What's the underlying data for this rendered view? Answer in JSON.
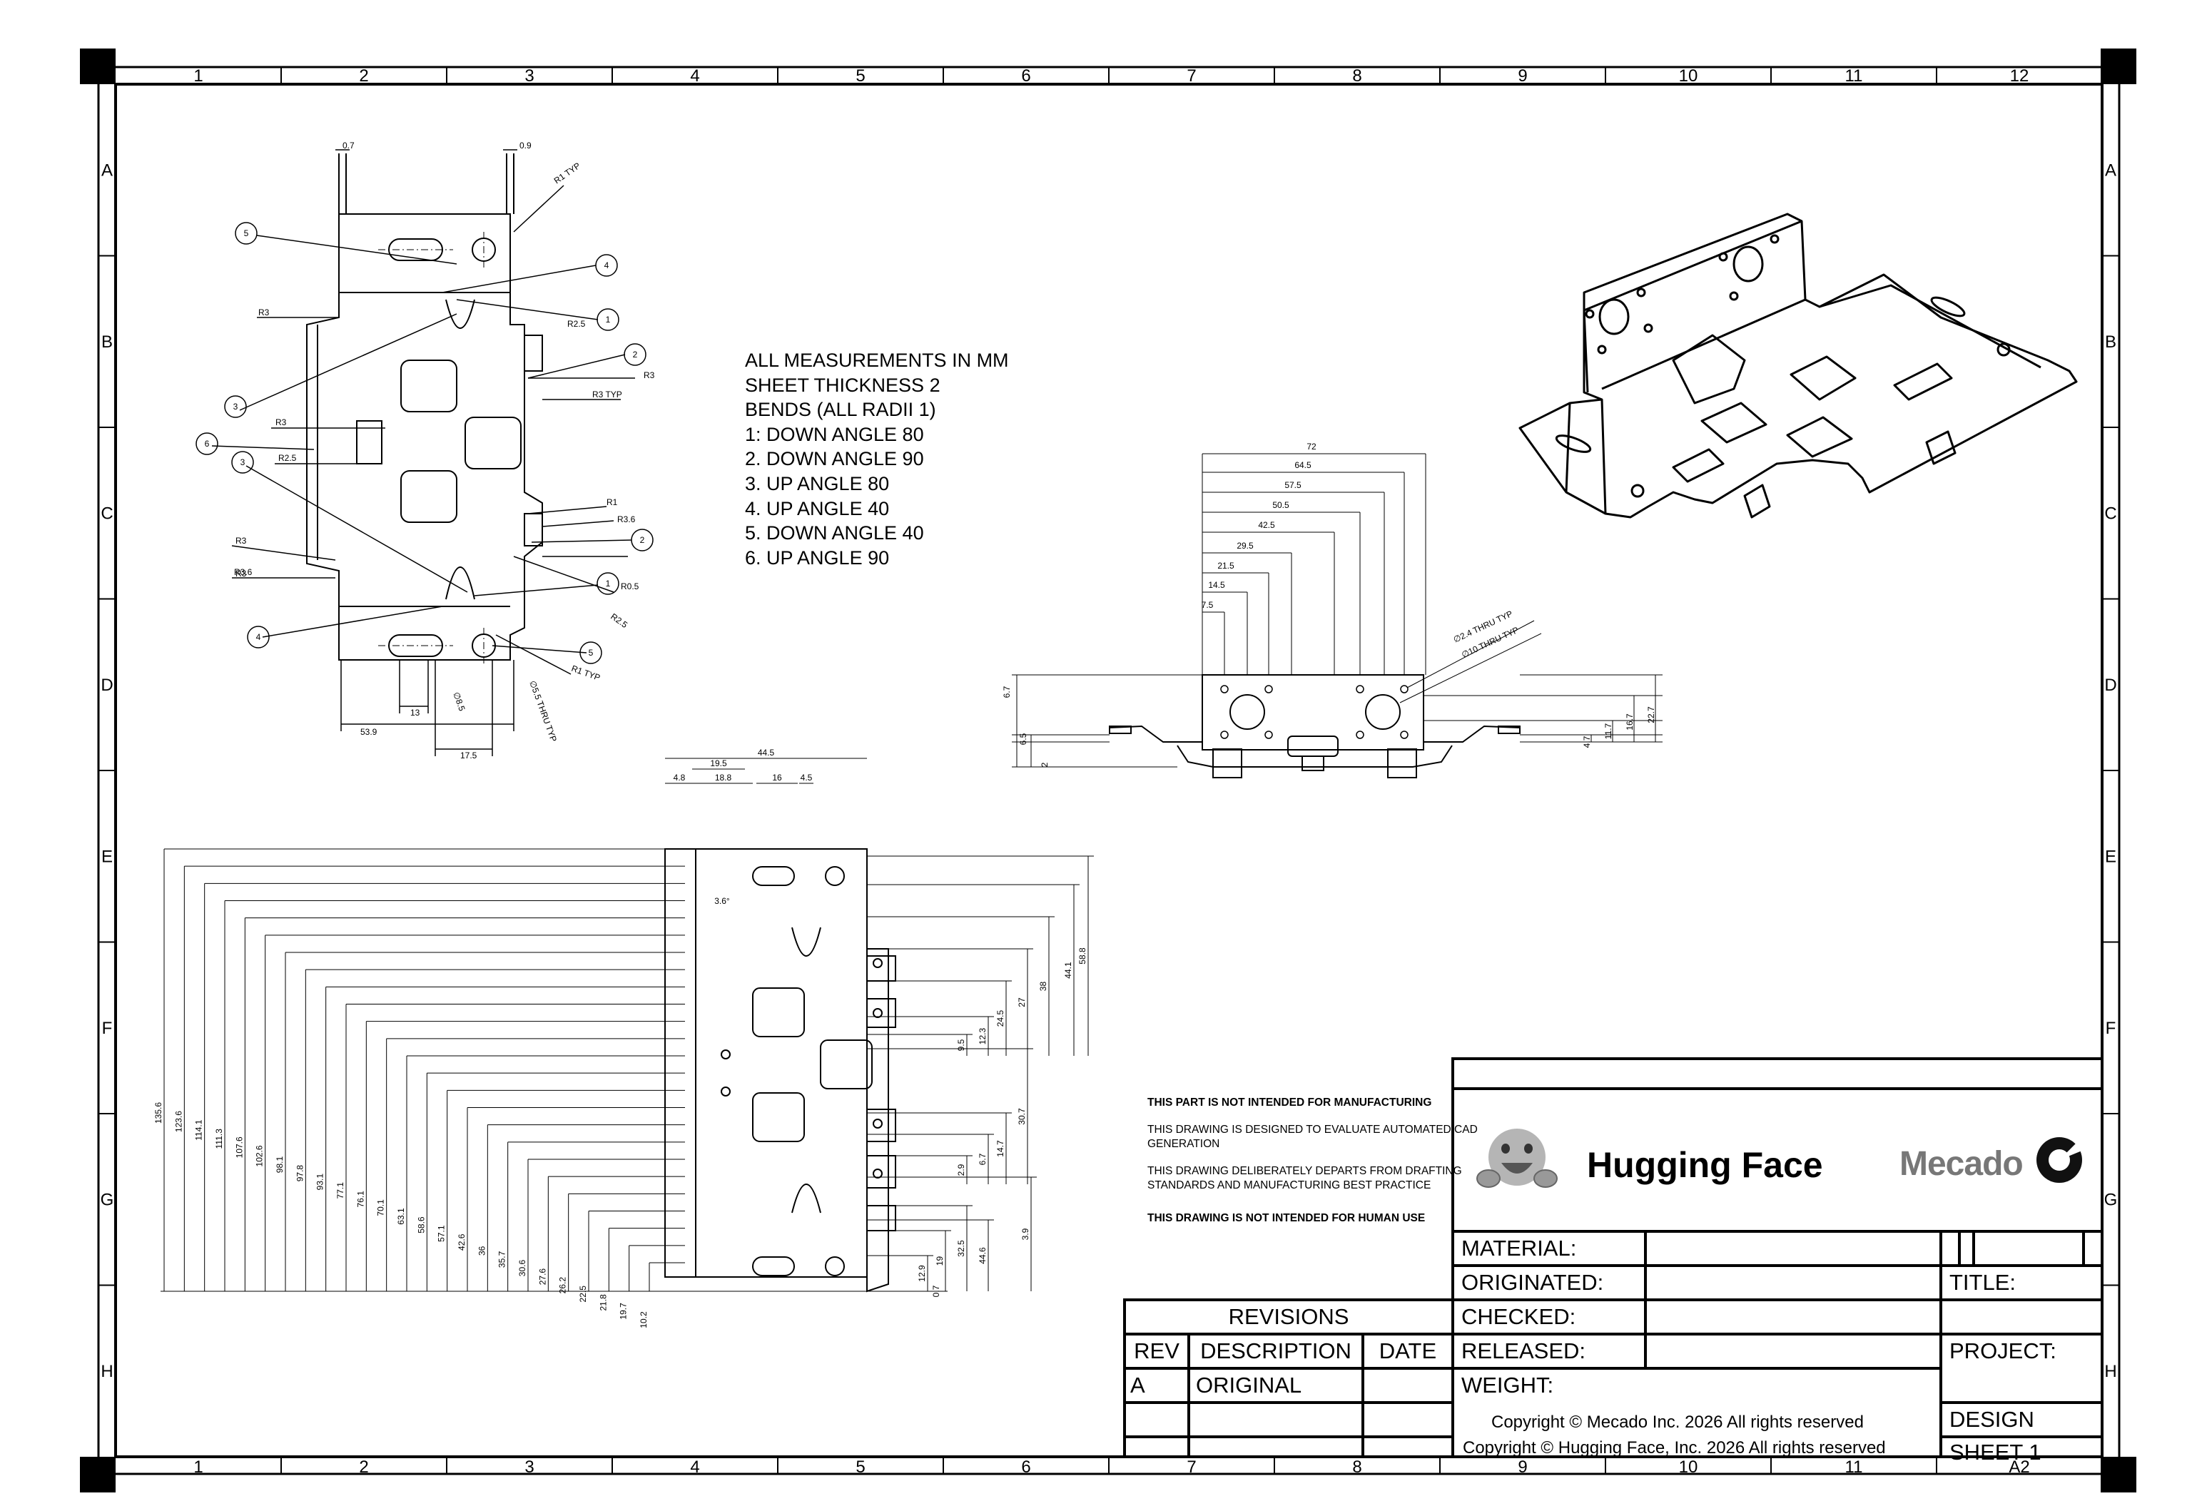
{
  "sheet": {
    "columns": [
      "1",
      "2",
      "3",
      "4",
      "5",
      "6",
      "7",
      "8",
      "9",
      "10",
      "11",
      "12"
    ],
    "rows": [
      "A",
      "B",
      "C",
      "D",
      "E",
      "F",
      "G",
      "H"
    ],
    "bottom_right_label": "A2"
  },
  "notes": [
    "ALL MEASUREMENTS IN MM",
    "SHEET THICKNESS 2",
    "BENDS (ALL RADII 1)",
    "1: DOWN ANGLE 80",
    "2. DOWN ANGLE 90",
    "3. UP ANGLE 80",
    "4. UP ANGLE 40",
    "5. DOWN ANGLE 40",
    "6. UP ANGLE 90"
  ],
  "disclaimer": {
    "line1": "THIS PART IS NOT INTENDED FOR MANUFACTURING",
    "line2": "THIS DRAWING IS DESIGNED TO EVALUATE AUTOMATED CAD GENERATION",
    "line3": "THIS DRAWING DELIBERATELY DEPARTS FROM DRAFTING STANDARDS AND MANUFACTURING BEST PRACTICE",
    "line4": "THIS DRAWING IS NOT INTENDED FOR HUMAN USE"
  },
  "title_block": {
    "logo_hf": "Hugging Face",
    "logo_mecado": "Mecado",
    "material_label": "MATERIAL:",
    "originated_label": "ORIGINATED:",
    "checked_label": "CHECKED:",
    "released_label": "RELEASED:",
    "weight_label": "WEIGHT:",
    "title_label": "TITLE:",
    "project_label": "PROJECT:",
    "design_label": "DESIGN",
    "sheet_label": "SHEET 1",
    "copyright_mecado": "Copyright © Mecado Inc. 2026 All rights reserved",
    "copyright_hf": "Copyright © Hugging Face, Inc. 2026 All rights reserved"
  },
  "revisions": {
    "header": "REVISIONS",
    "col_rev": "REV",
    "col_desc": "DESCRIPTION",
    "col_date": "DATE",
    "rows": [
      {
        "rev": "A",
        "description": "ORIGINAL",
        "date": ""
      }
    ]
  },
  "flat_view": {
    "dims": [
      "0.7",
      "0.9",
      "R1  TYP",
      "R3",
      "R2.5",
      "R3",
      "R3  TYP",
      "R3",
      "R2.5",
      "R3",
      "R1",
      "R3.6",
      "R3.6",
      "R3",
      "R0.5",
      "R2.5",
      "R1  TYP",
      "∅8.5",
      "∅5.5  THRU TYP",
      "53.9",
      "13",
      "17.5"
    ],
    "balloons": [
      "5",
      "4",
      "1",
      "2",
      "3",
      "6",
      "3",
      "2",
      "1",
      "4",
      "5"
    ]
  },
  "front_view": {
    "dims": [
      "72",
      "64.5",
      "57.5",
      "50.5",
      "42.5",
      "29.5",
      "21.5",
      "14.5",
      "7.5",
      "6.7",
      "6.5",
      "2",
      "4.7",
      "11.7",
      "16.7",
      "22.7",
      "∅2.4  THRU TYP",
      "∅10  THRU TYP"
    ]
  },
  "bottom_view": {
    "top_dims": [
      "44.5",
      "19.5",
      "4.8",
      "18.8",
      "16",
      "4.5",
      "3.6°"
    ],
    "left_dims": [
      "135.6",
      "123.6",
      "114.1",
      "111.3",
      "107.6",
      "102.6",
      "98.1",
      "97.8",
      "93.1",
      "77.1",
      "76.1",
      "70.1",
      "63.1",
      "58.6",
      "57.1",
      "42.6",
      "36",
      "35.7",
      "30.6",
      "27.6",
      "26.2",
      "22.5",
      "21.8",
      "19.7",
      "10.2"
    ],
    "right_dims": [
      "58.8",
      "44.1",
      "38",
      "27",
      "24.5",
      "12.3",
      "9.5",
      "30.7",
      "14.7",
      "6.7",
      "2.9",
      "3.9",
      "32.5",
      "44.6",
      "19",
      "12.9",
      "0.7"
    ]
  }
}
